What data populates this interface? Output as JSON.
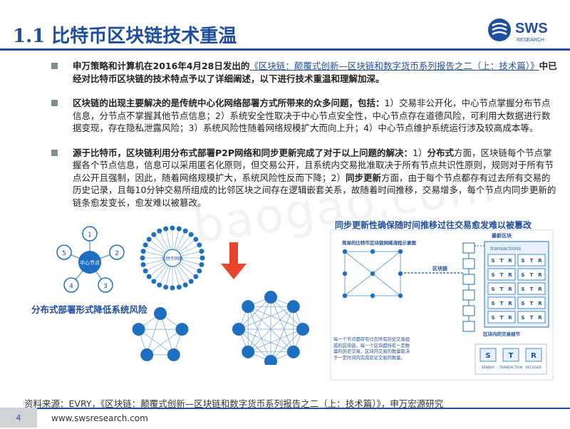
{
  "header": {
    "title": "1.1 比特币区块链技术重温",
    "logo_text": "SWS",
    "logo_sub": "RESEARCH"
  },
  "bullets": [
    {
      "pre": "申万策略和计算机在2016年4月28日发出的",
      "link": "《区块链：颠覆式创新—区块链和数字货币系列报告之二（上：技术篇）》",
      "post": "中已经对比特币区块链的技术特点予以了详细阐述，以下进行技术重温和理解加深。"
    },
    {
      "lead": "区块链的出现主要解决的是传统中心化网络部署方式所带来的众多问题，包括：",
      "rest": "1）交易非公开化，中心节点掌握分布节点信息，分节点不掌握其他节点信息；2）系统安全性取决于中心节点安全性，中心节点存在道德风险，可利用大数据进行数据变现，存在隐私泄露风险；3）系统风险性随着网络规模扩大而向上升；4）中心节点维护系统运行涉及较高成本等。"
    },
    {
      "lead": "源于比特币，区块链利用分布式部署P2P网络和同步更新完成了对于以上问题的解决：",
      "part1_pre": "1）",
      "part1_bold": "分布式",
      "part1_rest": "方面，区块链每个节点掌握各个节点信息，信息可以采用匿名化原则，但交易公开，且系统内交易批准取决于所有节点共识性原则，规则对于所有节点公开且强制，因此，随着网络规模扩大，系统风险性反而下降；2）",
      "part2_bold": "同步更新",
      "part2_rest": "方面，由于每个节点都存有过去所有交易的历史记录，且每10分钟交易所组成的比邻区块之间存在逻辑嵌套关系，故随着时间推移，交易增多，每个节点内同步更新的链条愈发变长，愈发难以被篡改。"
    }
  ],
  "left_diagram": {
    "center_label": "中心节点",
    "nodes": [
      "1",
      "2",
      "3",
      "4",
      "5"
    ],
    "ring_center_label": "比特币网络",
    "caption": "分布式部署形式降低系统风险"
  },
  "right_diagram": {
    "title": "同步更新性确保随时间推移过往交易愈发难以被篡改",
    "network_title": "简易的比特币区块链网络流程示意图",
    "chain_label": "区块链",
    "latest_block_label": "最新区块",
    "transactions_label": "transactions",
    "tx_letters": [
      "S",
      "T",
      "R"
    ],
    "block_detail_label": "区块内的交易细节",
    "description": "每一个节点都存有过去所有历史交易组成的区块链。每一个区块都持有一定数量的历史交易，区块内交易的数量取决于一定时间内完成验证交易的数量。",
    "detail_s": "SENDER",
    "detail_t": "TRANSACTION",
    "detail_r": "RECEIVER"
  },
  "watermark": "baogao.com",
  "source": "资料来源：EVRY，《区块链：颠覆式创新—区块链和数字货币系列报告之二（上：技术篇）》，申万宏源研究",
  "footer": {
    "page": "4",
    "url": "www.swsresearch.com"
  },
  "colors": {
    "brand": "#1f4e9c",
    "node_fill": "#1f6fc1",
    "node_light": "#6ea4d8",
    "arrow": "#e8452c",
    "grey_marker": "#7f8c8d"
  }
}
